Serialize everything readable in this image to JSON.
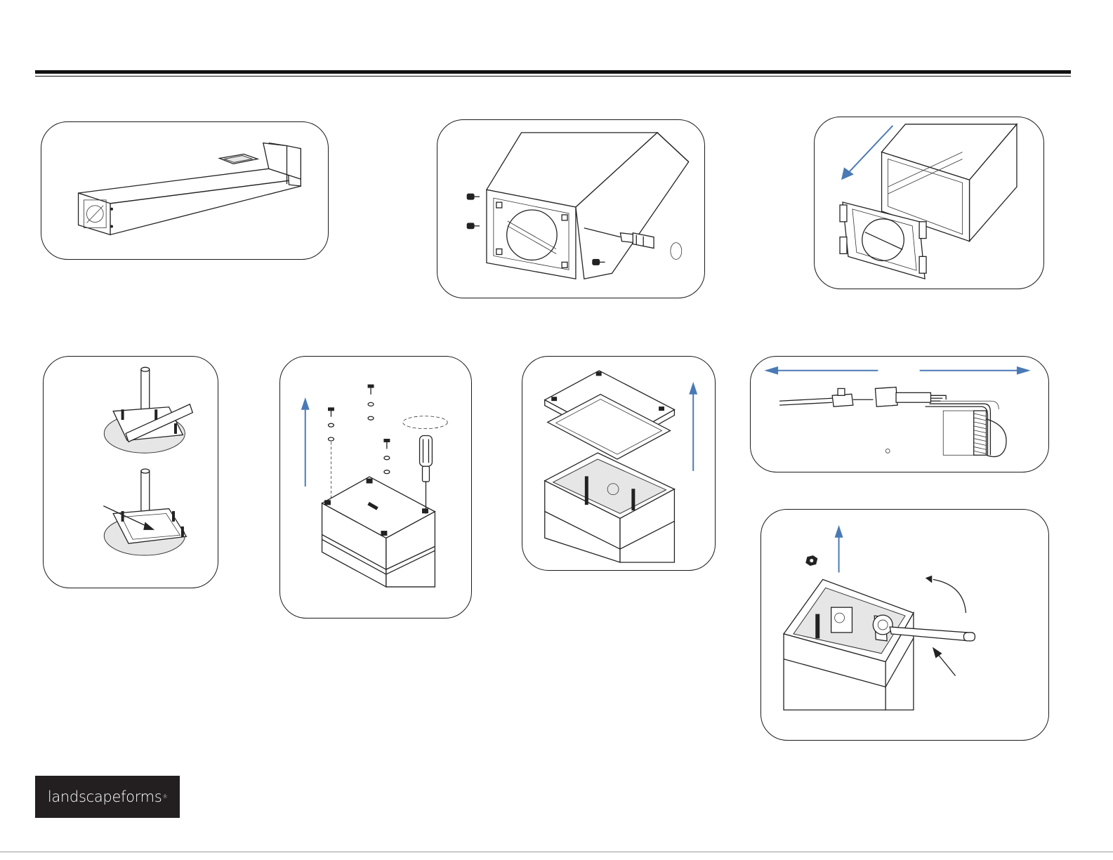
{
  "brand": {
    "name": "landscapeforms",
    "trademark": "®",
    "background": "#231f20",
    "text_color": "#ffffff"
  },
  "colors": {
    "arrow": "#4a7ab5",
    "line": "#222222",
    "panel_border": "#1a1a1a"
  },
  "panels": [
    {
      "id": 1,
      "depicts": "bollard-post-lying"
    },
    {
      "id": 2,
      "depicts": "post-end-screws-screwdriver"
    },
    {
      "id": 3,
      "depicts": "end-bracket-removal"
    },
    {
      "id": 4,
      "depicts": "mounting-bracket-on-pole"
    },
    {
      "id": 5,
      "depicts": "lid-screws-removal"
    },
    {
      "id": 6,
      "depicts": "lid-and-gasket-lift"
    },
    {
      "id": 7,
      "depicts": "wire-connector-separate"
    },
    {
      "id": 8,
      "depicts": "nut-wrench-removal"
    }
  ]
}
